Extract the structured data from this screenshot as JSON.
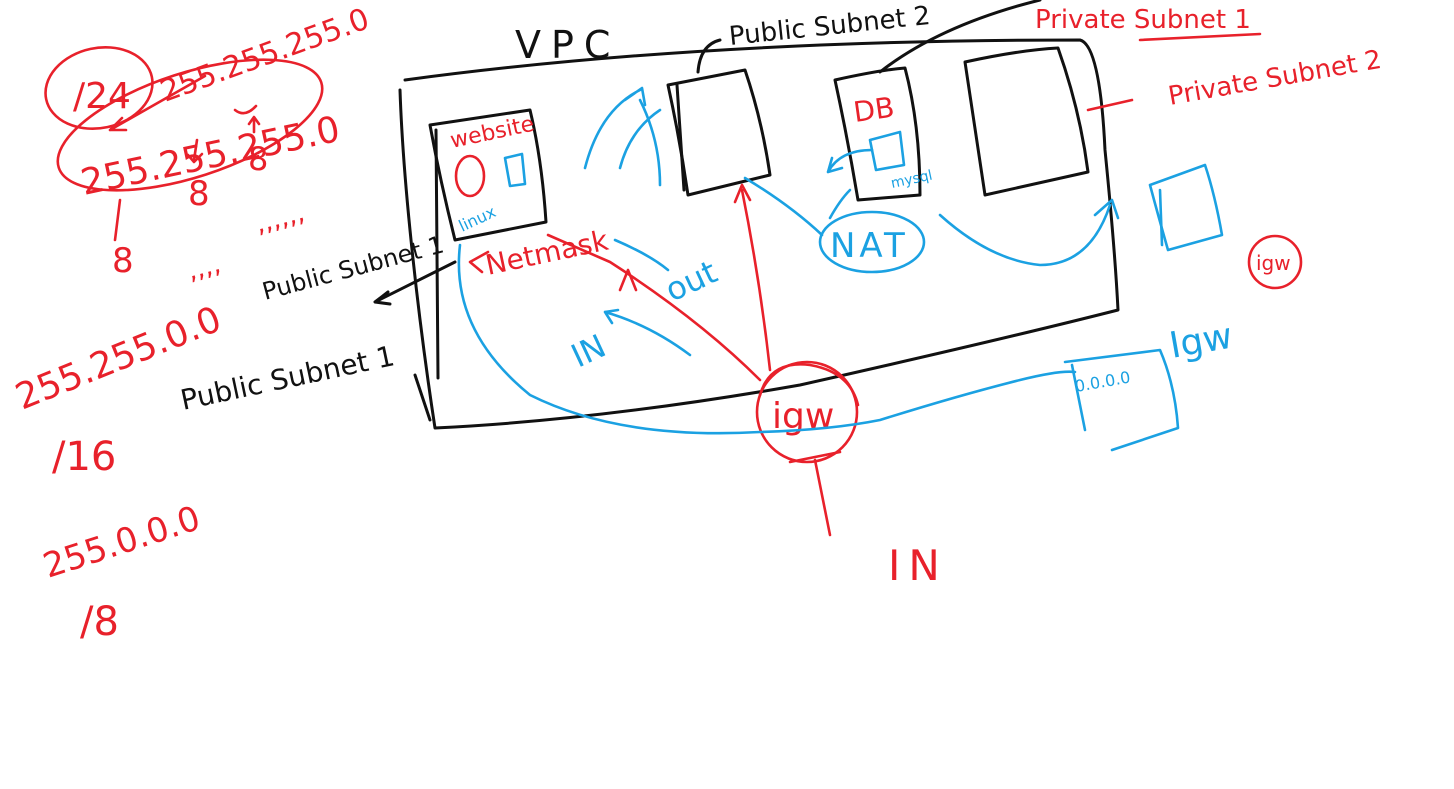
{
  "colors": {
    "background": "#ffffff",
    "black_ink": "#111111",
    "red_ink": "#e8212b",
    "blue_ink": "#1ba1e2"
  },
  "labels": {
    "vpc": "VPC",
    "public_subnet_2": "Public Subnet 2",
    "private_subnet_1": "Private Subnet 1",
    "private_subnet_2": "Private Subnet 2",
    "public_subnet_1_left": "Public Subnet 1",
    "public_subnet_1_inside": "Public Subnet 1",
    "website": "website",
    "linux": "linux",
    "db": "DB",
    "mysql": "mysql",
    "nat": "NAT",
    "netmask": "Netmask",
    "out": "out",
    "in_inside": "IN",
    "in_bottom": "IN",
    "igw_center": "igw",
    "igw_right_circle": "igw",
    "igw_right_text": "Igw",
    "route_0000": "0.0.0.0"
  },
  "notes": {
    "cidr_24": "/24",
    "mask_24": "255.255.255.0",
    "mask_24_alt": "255.255.255.0",
    "octet_8_a": "8",
    "octet_8_b": "8",
    "octet_8_c": "8",
    "ticks_a": ",,,,",
    "ticks_b": ",,,,,,",
    "mask_16": "255.255.0.0",
    "cidr_16": "/16",
    "mask_8": "255.0.0.0",
    "cidr_8": "/8"
  }
}
